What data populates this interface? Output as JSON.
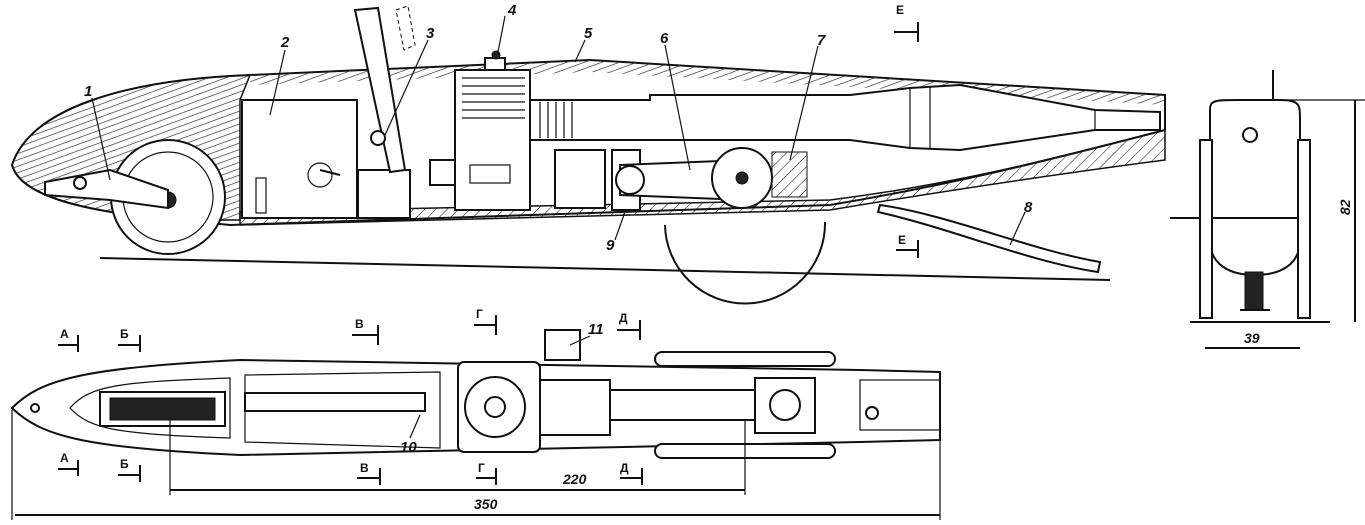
{
  "callouts": [
    "1",
    "2",
    "3",
    "4",
    "5",
    "6",
    "7",
    "8",
    "9",
    "10",
    "11"
  ],
  "sections": {
    "a": "А",
    "b": "Б",
    "v": "В",
    "g": "Г",
    "d": "Д",
    "e": "Е"
  },
  "dimensions": {
    "wheelbase": "220",
    "overall_length": "350",
    "width": "39",
    "height": "82"
  }
}
